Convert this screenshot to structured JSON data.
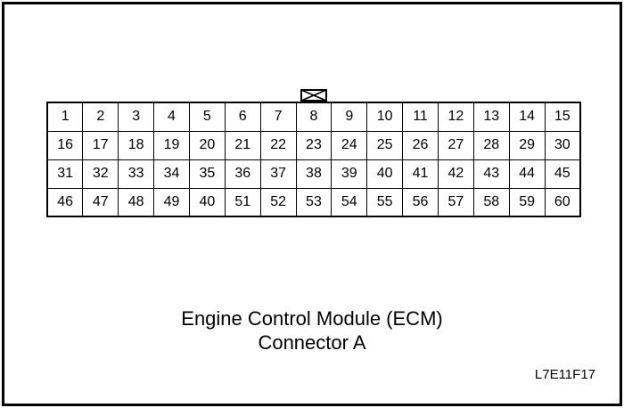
{
  "diagram": {
    "title_line1": "Engine Control Module (ECM)",
    "title_line2": "Connector A",
    "figure_code": "L7E11F17",
    "key_symbol": "crossed-box-icon",
    "colors": {
      "line": "#000000",
      "background": "#ffffff"
    },
    "connector": {
      "rows": 4,
      "columns": 15,
      "pin_rows": [
        [
          "1",
          "2",
          "3",
          "4",
          "5",
          "6",
          "7",
          "8",
          "9",
          "10",
          "11",
          "12",
          "13",
          "14",
          "15"
        ],
        [
          "16",
          "17",
          "18",
          "19",
          "20",
          "21",
          "22",
          "23",
          "24",
          "25",
          "26",
          "27",
          "28",
          "29",
          "30"
        ],
        [
          "31",
          "32",
          "33",
          "34",
          "35",
          "36",
          "37",
          "38",
          "39",
          "40",
          "41",
          "42",
          "43",
          "44",
          "45"
        ],
        [
          "46",
          "47",
          "48",
          "49",
          "40",
          "51",
          "52",
          "53",
          "54",
          "55",
          "56",
          "57",
          "58",
          "59",
          "60"
        ]
      ]
    }
  }
}
